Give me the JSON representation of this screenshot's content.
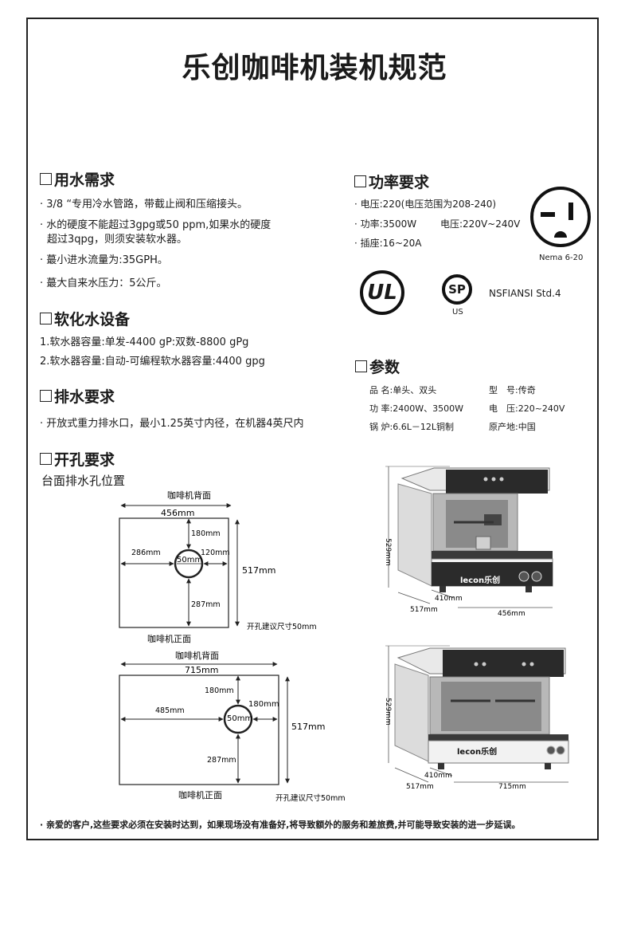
{
  "title": "乐创咖啡机装机规范",
  "water": {
    "heading": "用水需求",
    "items": [
      "· 3/8 “专用冷水管路，带截止阀和压缩接头。",
      "· 水的硬度不能超过3gpg或50 ppm,如果水的硬度",
      "超过3qpg，则须安装软水器。",
      "· 蕞小进水流量为:35GPH。",
      "· 蕞大自来水压力：5公斤。"
    ]
  },
  "softener": {
    "heading": "软化水设备",
    "items": [
      "1.软水器容量:单发-4400 gP:双数-8800 gPg",
      "2.软水器容量:自动-可编程软水器容量:4400 gpg"
    ]
  },
  "drain": {
    "heading": "排水要求",
    "items": [
      "· 开放式重力排水口，最小1.25英寸内径，在机器4英尺内"
    ]
  },
  "hole": {
    "heading": "开孔要求",
    "subheading": "台面排水孔位置"
  },
  "power": {
    "heading": "功率要求",
    "voltage": "· 电压:220(电压范围为208-240)",
    "power": "· 功率:3500W",
    "power_voltage": "电压:220V~240V",
    "socket": "· 插座:16~20A",
    "nema": "Nema 6-20",
    "ul": "UL",
    "csa": "SP",
    "csa_us": "US",
    "nsf": "NSFIANSI Std.4"
  },
  "params": {
    "heading": "参数",
    "rows": [
      [
        "品 名:单头、双头",
        "型　号:传奇"
      ],
      [
        "功 率:2400W、3500W",
        "电　压:220~240V"
      ],
      [
        "锅 炉:6.6L－12L铜制",
        "原产地:中国"
      ]
    ]
  },
  "diagram1": {
    "back": "咖啡机背面",
    "front": "咖啡机正面",
    "width": "456mm",
    "depth": "517mm",
    "top": "180mm",
    "left": "286mm",
    "right": "120mm",
    "bottom": "287mm",
    "hole": "50mm",
    "note": "开孔建议尺寸50mm"
  },
  "diagram2": {
    "back": "咖啡机背面",
    "front": "咖啡机正面",
    "width": "715mm",
    "depth": "517mm",
    "top": "180mm",
    "left": "485mm",
    "right": "180mm",
    "bottom": "287mm",
    "hole": "50mm",
    "note": "开孔建议尺寸50mm"
  },
  "machine1": {
    "brand": "lecon乐创",
    "height": "529mm",
    "depth": "517mm",
    "inner": "410mm",
    "width": "456mm"
  },
  "machine2": {
    "brand": "lecon乐创",
    "height": "529mm",
    "depth": "517mm",
    "inner": "410mm",
    "width": "715mm"
  },
  "footer": "· 亲爱的客户,这些要求必须在安装时达到，如果现场没有准备好,将导致额外的服务和差旅费,并可能导致安装的进一步延误。"
}
